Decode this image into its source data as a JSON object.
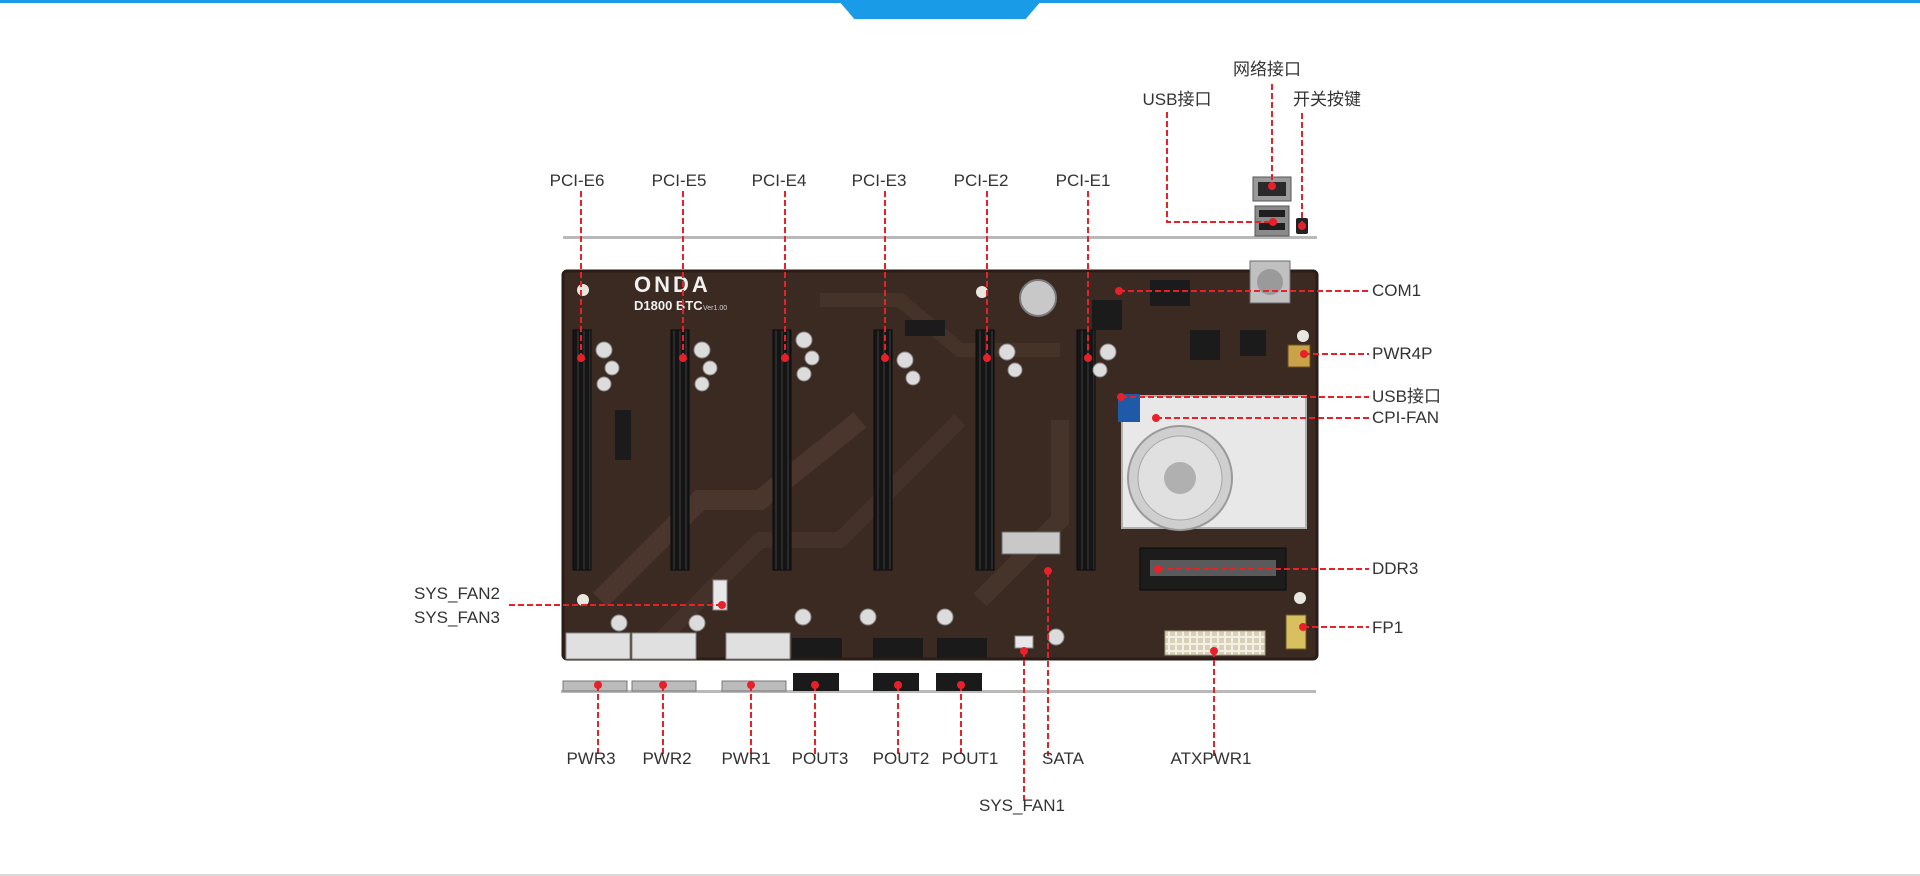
{
  "colors": {
    "accent": "#1a9be8",
    "callout": "#e8202a",
    "board": "#3a2a22"
  },
  "board": {
    "brand": "ONDA",
    "model": "D1800 BTC",
    "version": "Ver1.00"
  },
  "labels": {
    "network": "网络接口",
    "usb_top": "USB接口",
    "power_button": "开关按键",
    "pcie6": "PCI-E6",
    "pcie5": "PCI-E5",
    "pcie4": "PCI-E4",
    "pcie3": "PCI-E3",
    "pcie2": "PCI-E2",
    "pcie1": "PCI-E1",
    "com1": "COM1",
    "pwr4p": "PWR4P",
    "usb_right": "USB接口",
    "cpu_fan": "CPI-FAN",
    "ddr3": "DDR3",
    "fp1": "FP1",
    "sys_fan2": "SYS_FAN2",
    "sys_fan3": "SYS_FAN3",
    "pwr3": "PWR3",
    "pwr2": "PWR2",
    "pwr1": "PWR1",
    "pout3": "POUT3",
    "pout2": "POUT2",
    "pout1": "POUT1",
    "sata": "SATA",
    "atxpwr1": "ATXPWR1",
    "sys_fan1": "SYS_FAN1"
  }
}
